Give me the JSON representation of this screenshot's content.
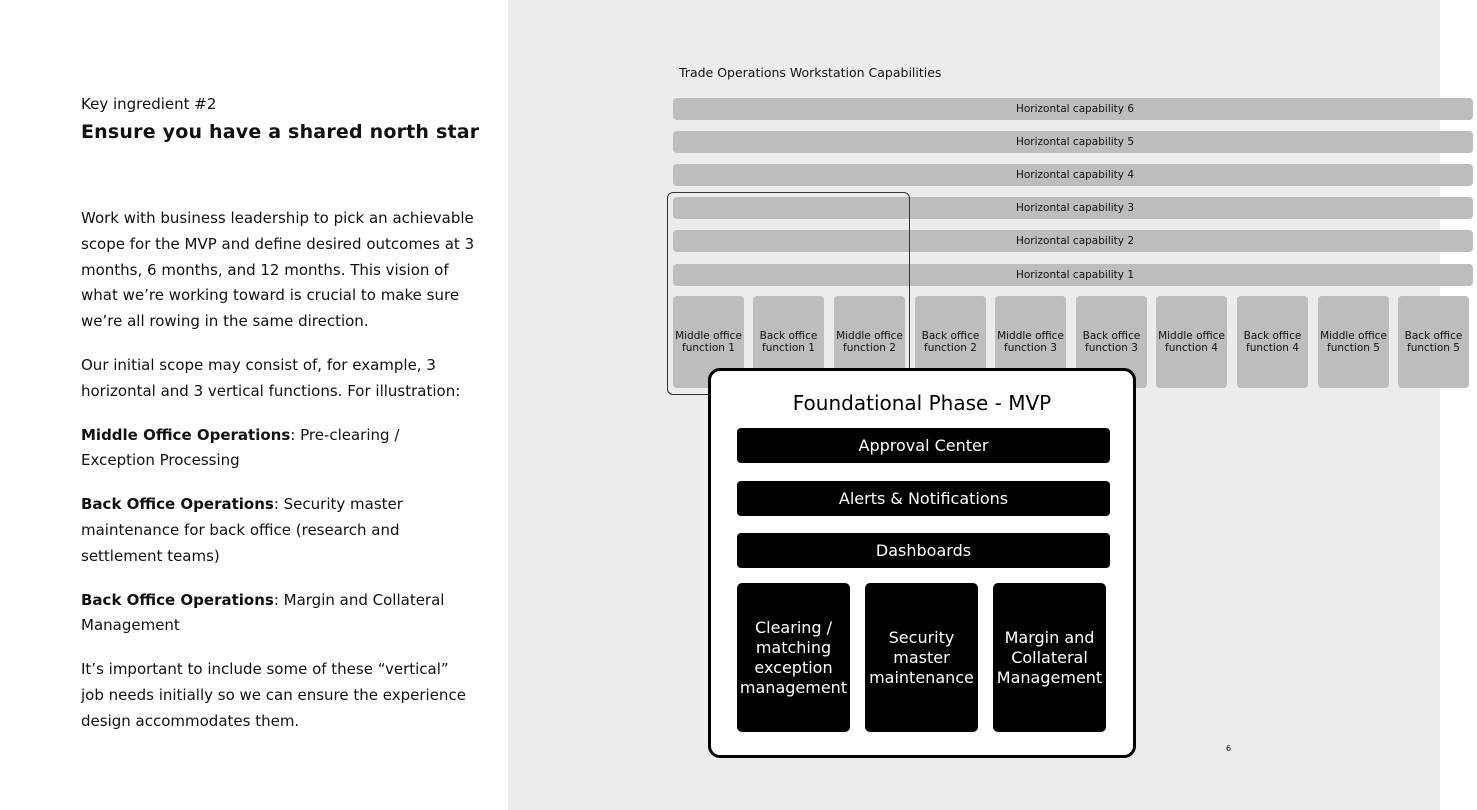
{
  "left": {
    "eyebrow": "Key ingredient #2",
    "heading": "Ensure you have a shared north star",
    "p1": "Work with business leadership to pick an achievable scope for the MVP and define desired outcomes at 3 months, 6 months, and 12 months. This vision of what we’re working toward is crucial to make sure we’re all rowing in the same direction.",
    "p2": "Our initial scope may consist of, for example, 3 horizontal and 3 vertical functions. For illustration:",
    "item1_bold": "Middle Office Operations",
    "item1_text": ": Pre-clearing / Exception Processing",
    "item2_bold": "Back Office Operations",
    "item2_text": ": Security master maintenance for back office (research and settlement teams)",
    "item3_bold": "Back Office Operations",
    "item3_text": ": Margin and Collateral Management",
    "p3": "It’s important to include some of these “vertical” job needs initially so we can ensure the experience design accommodates them."
  },
  "diagram": {
    "title": "Trade Operations Workstation Capabilities",
    "horizontal": [
      "Horizontal capability 6",
      "Horizontal capability 5",
      "Horizontal capability 4",
      "Horizontal capability 3",
      "Horizontal capability 2",
      "Horizontal capability 1"
    ],
    "vertical": [
      "Middle office function 1",
      "Back office function 1",
      "Middle office function 2",
      "Back office function 2",
      "Middle office function 3",
      "Back office function 3",
      "Middle office function 4",
      "Back office function 4",
      "Middle office function 5",
      "Back office function 5"
    ],
    "mvp": {
      "title": "Foundational Phase - MVP",
      "bars": [
        "Approval Center",
        "Alerts & Notifications",
        "Dashboards"
      ],
      "boxes": [
        "Clearing / matching exception management",
        "Security master maintenance",
        "Margin and Collateral Management"
      ]
    },
    "page_number": "6"
  }
}
